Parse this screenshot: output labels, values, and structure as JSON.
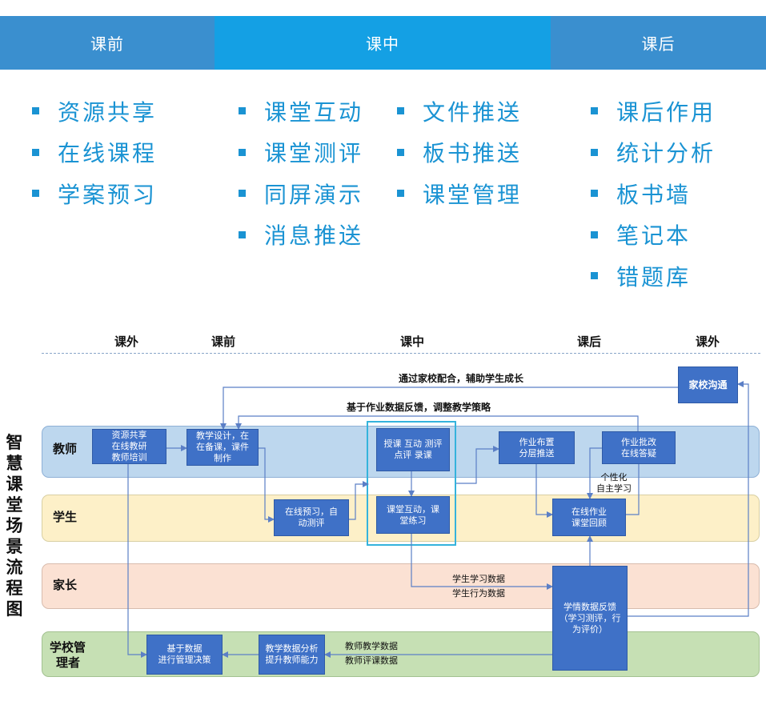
{
  "phases": [
    "课前",
    "课中",
    "课后"
  ],
  "feature_columns": [
    [
      "资源共享",
      "在线课程",
      "学案预习"
    ],
    [
      "课堂互动",
      "课堂测评",
      "同屏演示",
      "消息推送"
    ],
    [
      "文件推送",
      "板书推送",
      "课堂管理"
    ],
    [
      "课后作用",
      "统计分析",
      "板书墙",
      "笔记本",
      "错题库"
    ]
  ],
  "colors": {
    "accent": "#14a0e4",
    "header_side": "#3a8fcf",
    "box_blue": "#3f71c7",
    "lane_teacher": "#bdd7ee",
    "lane_student": "#fdf0c8",
    "lane_parent": "#fbe1d3",
    "lane_admin": "#c6e0b4"
  },
  "flow": {
    "vertical_title": [
      "智",
      "慧",
      "课",
      "堂",
      "场",
      "景",
      "流",
      "程",
      "图"
    ],
    "timeline": [
      "课外",
      "课前",
      "课中",
      "课后",
      "课外"
    ],
    "lanes": [
      {
        "label_lines": [
          "教师"
        ]
      },
      {
        "label_lines": [
          "学生"
        ]
      },
      {
        "label_lines": [
          "家长"
        ]
      },
      {
        "label_lines": [
          "学校管",
          "理者"
        ]
      }
    ],
    "boxes": {
      "resource_share": [
        "资源共享",
        "在线教研",
        "教师培训"
      ],
      "teaching_design": [
        "教学设计，在",
        "在备课，课件",
        "制作"
      ],
      "teach_class": [
        "授课 互动 测评",
        "点评 录课"
      ],
      "homework_assign": [
        "作业布置",
        "分层推送"
      ],
      "homework_review": [
        "作业批改",
        "在线答疑"
      ],
      "home_school": [
        "家校沟通"
      ],
      "online_preview": [
        "在线预习，自",
        "动测评"
      ],
      "class_interact": [
        "课堂互动，课",
        "堂练习"
      ],
      "online_homework": [
        "在线作业",
        "课堂回顾"
      ],
      "learning_feedback": [
        "学情数据反馈",
        "（学习测评，行",
        "为评价）"
      ],
      "data_decision": [
        "基于数据",
        "进行管理决策"
      ],
      "teaching_analysis": [
        "教学数据分析",
        "提升教师能力"
      ]
    },
    "annotations": {
      "home_school_cooperation": "通过家校配合，辅助学生成长",
      "homework_feedback": "基于作业数据反馈，调整教学策略",
      "personalized": [
        "个性化",
        "自主学习"
      ],
      "student_data": [
        "学生学习数据",
        "学生行为数据"
      ],
      "teacher_data": [
        "教师教学数据",
        "教师评课数据"
      ]
    }
  }
}
